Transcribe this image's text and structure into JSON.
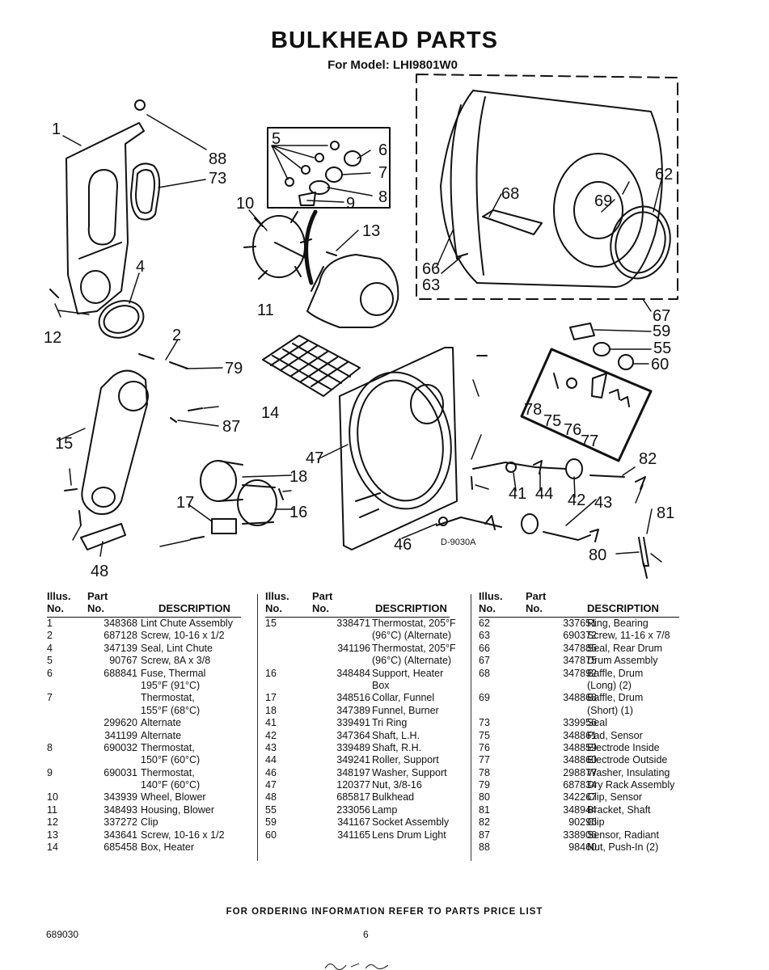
{
  "page": {
    "title": "BULKHEAD PARTS",
    "model_line": "For Model: LHI9801W0",
    "footer": "FOR ORDERING INFORMATION REFER TO PARTS PRICE LIST",
    "doc_number": "689030",
    "page_number": "6"
  },
  "diagram": {
    "code": "D-9030A",
    "callouts": [
      "1",
      "88",
      "73",
      "5",
      "6",
      "7",
      "8",
      "9",
      "10",
      "13",
      "4",
      "11",
      "12",
      "2",
      "79",
      "14",
      "15",
      "87",
      "17",
      "18",
      "16",
      "48",
      "47",
      "46",
      "41",
      "44",
      "42",
      "43",
      "82",
      "81",
      "80",
      "78",
      "75",
      "76",
      "77",
      "59",
      "55",
      "60",
      "67",
      "62",
      "63",
      "69",
      "68",
      "66"
    ]
  },
  "table_headers": {
    "illus_1": "Illus.",
    "illus_2": "No.",
    "part_1": "Part",
    "part_2": "No.",
    "desc": "DESCRIPTION"
  },
  "columns": [
    {
      "rows": [
        {
          "illus": "1",
          "part": "348368",
          "desc": "Lint Chute Assembly"
        },
        {
          "illus": "2",
          "part": "687128",
          "desc": "Screw, 10-16 x 1/2"
        },
        {
          "illus": "4",
          "part": "347139",
          "desc": "Seal, Lint Chute"
        },
        {
          "illus": "5",
          "part": "90767",
          "desc": "Screw, 8A x 3/8"
        },
        {
          "illus": "6",
          "part": "688841",
          "desc": "Fuse, Thermal"
        },
        {
          "illus": "",
          "part": "",
          "desc": "195°F (91°C)"
        },
        {
          "illus": "7",
          "part": "",
          "desc": "Thermostat,"
        },
        {
          "illus": "",
          "part": "",
          "desc": "155°F (68°C)"
        },
        {
          "illus": "",
          "part": "299620",
          "desc": "Alternate"
        },
        {
          "illus": "",
          "part": "341199",
          "desc": "Alternate"
        },
        {
          "illus": "8",
          "part": "690032",
          "desc": "Thermostat,"
        },
        {
          "illus": "",
          "part": "",
          "desc": "150°F (60°C)"
        },
        {
          "illus": "9",
          "part": "690031",
          "desc": "Thermostat,"
        },
        {
          "illus": "",
          "part": "",
          "desc": "140°F (60°C)"
        },
        {
          "illus": "10",
          "part": "343939",
          "desc": "Wheel, Blower"
        },
        {
          "illus": "11",
          "part": "348493",
          "desc": "Housing, Blower"
        },
        {
          "illus": "12",
          "part": "337272",
          "desc": "Clip"
        },
        {
          "illus": "13",
          "part": "343641",
          "desc": "Screw, 10-16 x 1/2"
        },
        {
          "illus": "14",
          "part": "685458",
          "desc": "Box, Heater"
        }
      ]
    },
    {
      "rows": [
        {
          "illus": "15",
          "part": "338471",
          "desc": "Thermostat, 205°F"
        },
        {
          "illus": "",
          "part": "",
          "desc": "(96°C) (Alternate)"
        },
        {
          "illus": "",
          "part": "341196",
          "desc": "Thermostat, 205°F"
        },
        {
          "illus": "",
          "part": "",
          "desc": "(96°C) (Alternate)"
        },
        {
          "illus": "16",
          "part": "348484",
          "desc": "Support, Heater"
        },
        {
          "illus": "",
          "part": "",
          "desc": "Box"
        },
        {
          "illus": "17",
          "part": "348516",
          "desc": "Collar, Funnel"
        },
        {
          "illus": "18",
          "part": "347389",
          "desc": "Funnel, Burner"
        },
        {
          "illus": "41",
          "part": "339491",
          "desc": "Tri Ring"
        },
        {
          "illus": "42",
          "part": "347364",
          "desc": "Shaft, L.H."
        },
        {
          "illus": "43",
          "part": "339489",
          "desc": "Shaft, R.H."
        },
        {
          "illus": "44",
          "part": "349241",
          "desc": "Roller, Support"
        },
        {
          "illus": "46",
          "part": "348197",
          "desc": "Washer, Support"
        },
        {
          "illus": "47",
          "part": "120377",
          "desc": "Nut, 3/8-16"
        },
        {
          "illus": "48",
          "part": "685817",
          "desc": "Bulkhead"
        },
        {
          "illus": "55",
          "part": "233056",
          "desc": "Lamp"
        },
        {
          "illus": "59",
          "part": "341167",
          "desc": "Socket Assembly"
        },
        {
          "illus": "60",
          "part": "341165",
          "desc": "Lens Drum Light"
        }
      ]
    },
    {
      "rows": [
        {
          "illus": "62",
          "part": "337651",
          "desc": "Ring, Bearing"
        },
        {
          "illus": "63",
          "part": "690372",
          "desc": "Screw, 11-16 x 7/8"
        },
        {
          "illus": "66",
          "part": "347885",
          "desc": "Seal, Rear Drum"
        },
        {
          "illus": "67",
          "part": "347875",
          "desc": "Drum Assembly"
        },
        {
          "illus": "68",
          "part": "347892",
          "desc": "Baffle, Drum"
        },
        {
          "illus": "",
          "part": "",
          "desc": "(Long) (2)"
        },
        {
          "illus": "69",
          "part": "348868",
          "desc": "Baffle, Drum"
        },
        {
          "illus": "",
          "part": "",
          "desc": "(Short) (1)"
        },
        {
          "illus": "73",
          "part": "339956",
          "desc": "Seal"
        },
        {
          "illus": "75",
          "part": "348861",
          "desc": "Pad, Sensor"
        },
        {
          "illus": "76",
          "part": "348859",
          "desc": "Electrode Inside"
        },
        {
          "illus": "77",
          "part": "348860",
          "desc": "Electrode Outside"
        },
        {
          "illus": "78",
          "part": "298877",
          "desc": "Washer, Insulating"
        },
        {
          "illus": "79",
          "part": "687834",
          "desc": "Dry Rack Assembly"
        },
        {
          "illus": "80",
          "part": "342267",
          "desc": "Clip, Sensor"
        },
        {
          "illus": "81",
          "part": "348944",
          "desc": "Bracket, Shaft"
        },
        {
          "illus": "82",
          "part": "90296",
          "desc": "Clip"
        },
        {
          "illus": "87",
          "part": "338906",
          "desc": "Sensor, Radiant"
        },
        {
          "illus": "88",
          "part": "98460",
          "desc": "Nut, Push-In (2)"
        }
      ]
    }
  ]
}
